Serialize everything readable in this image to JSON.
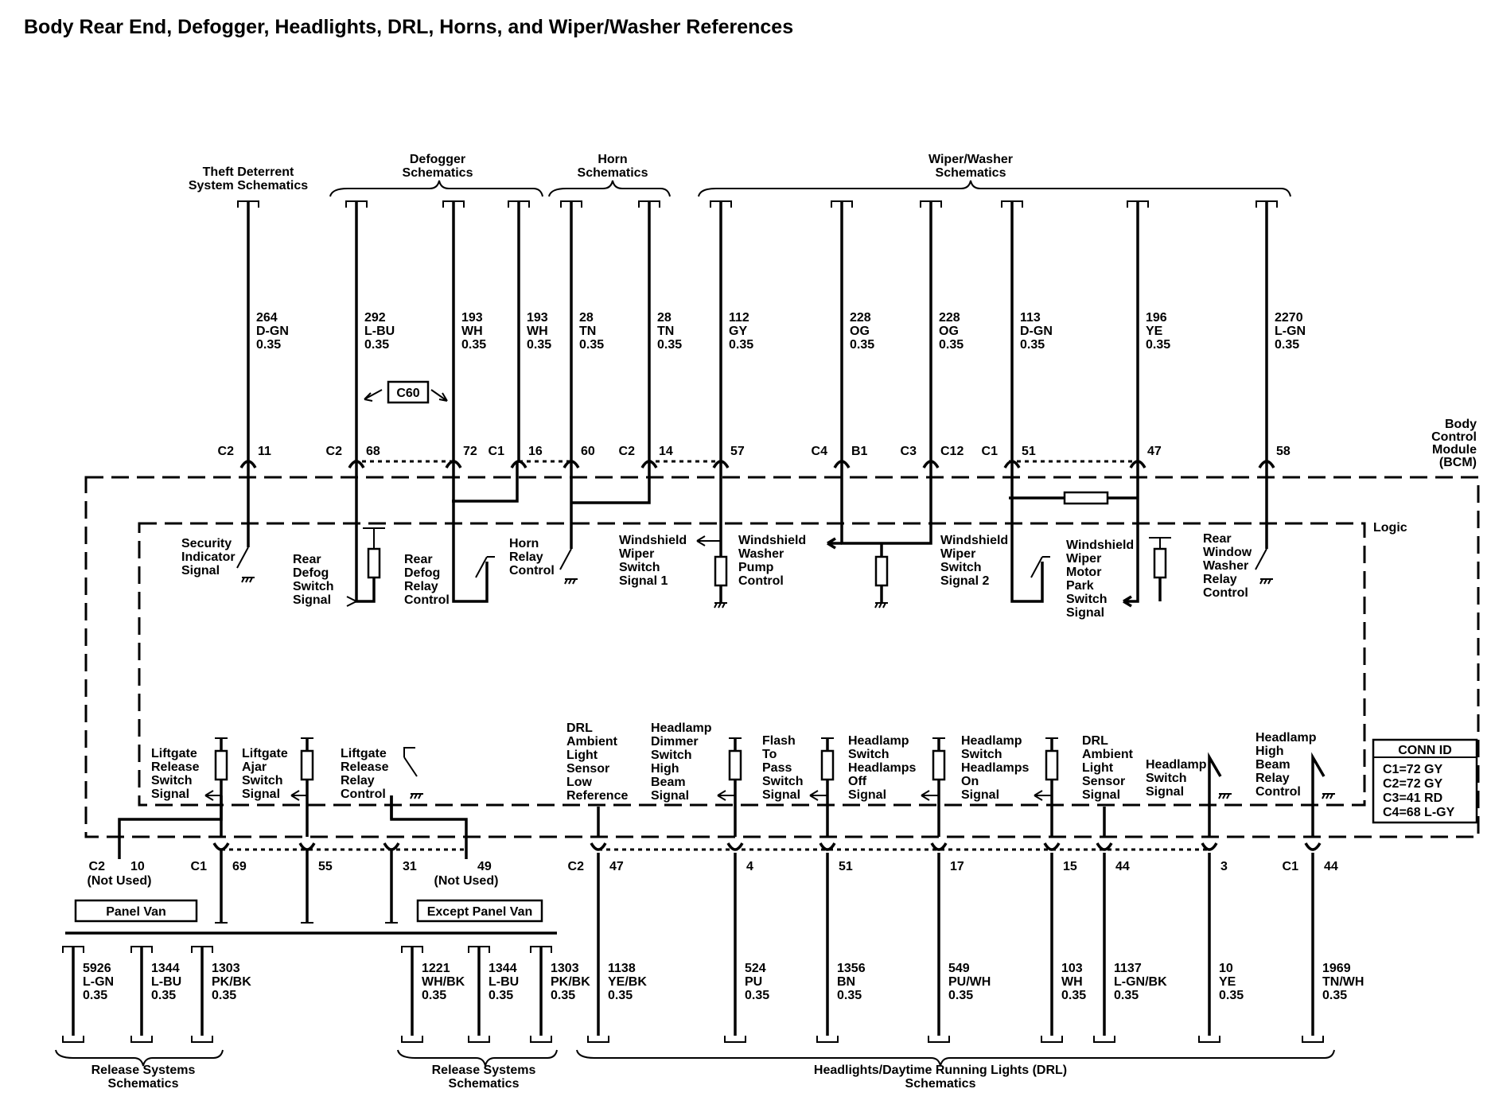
{
  "title": "Body Rear End, Defogger, Headlights, DRL, Horns, and Wiper/Washer References",
  "groups": [
    {
      "id": "theft",
      "lines": [
        "Theft Deterrent",
        "System Schematics"
      ]
    },
    {
      "id": "defogger",
      "lines": [
        "Defogger",
        "Schematics"
      ]
    },
    {
      "id": "horn",
      "lines": [
        "Horn",
        "Schematics"
      ]
    },
    {
      "id": "wiper",
      "lines": [
        "Wiper/Washer",
        "Schematics"
      ]
    },
    {
      "id": "release1",
      "lines": [
        "Release Systems",
        "Schematics"
      ]
    },
    {
      "id": "release2",
      "lines": [
        "Release Systems",
        "Schematics"
      ]
    },
    {
      "id": "headlights",
      "lines": [
        "Headlights/Daytime Running Lights (DRL)",
        "Schematics"
      ]
    }
  ],
  "module": {
    "lines": [
      "Body",
      "Control",
      "Module",
      "(BCM)"
    ],
    "logic_label": "Logic"
  },
  "badge": "C60",
  "options": {
    "panel_van": "Panel Van",
    "except_panel_van": "Except Panel Van"
  },
  "conn_id": {
    "title": "CONN ID",
    "rows": [
      "C1=72 GY",
      "C2=72 GY",
      "C3=41 RD",
      "C4=68 L-GY"
    ]
  },
  "top_wires": [
    {
      "id": "t1",
      "circuit": "264",
      "color": "D-GN",
      "size": "0.35",
      "connector": "C2",
      "pin": "11",
      "label": [
        "Security",
        "Indicator",
        "Signal"
      ]
    },
    {
      "id": "t2",
      "circuit": "292",
      "color": "L-BU",
      "size": "0.35",
      "connector": "C2",
      "pin": "68",
      "label": [
        "Rear",
        "Defog",
        "Switch",
        "Signal"
      ]
    },
    {
      "id": "t3",
      "circuit": "193",
      "color": "WH",
      "size": "0.35",
      "connector": "",
      "pin": "72",
      "label": [
        "Rear",
        "Defog",
        "Relay",
        "Control"
      ]
    },
    {
      "id": "t4",
      "circuit": "193",
      "color": "WH",
      "size": "0.35",
      "connector": "C1",
      "pin": "16",
      "label": []
    },
    {
      "id": "t5",
      "circuit": "28",
      "color": "TN",
      "size": "0.35",
      "connector": "",
      "pin": "60",
      "label": [
        "Horn",
        "Relay",
        "Control"
      ]
    },
    {
      "id": "t6",
      "circuit": "28",
      "color": "TN",
      "size": "0.35",
      "connector": "C2",
      "pin": "14",
      "label": []
    },
    {
      "id": "t7",
      "circuit": "112",
      "color": "GY",
      "size": "0.35",
      "connector": "",
      "pin": "57",
      "label": [
        "Windshield",
        "Wiper",
        "Switch",
        "Signal 1"
      ]
    },
    {
      "id": "t8",
      "circuit": "228",
      "color": "OG",
      "size": "0.35",
      "connector": "C4",
      "pin": "B1",
      "label": [
        "Windshield",
        "Washer",
        "Pump",
        "Control"
      ]
    },
    {
      "id": "t9",
      "circuit": "228",
      "color": "OG",
      "size": "0.35",
      "connector": "C3",
      "pin": "C12",
      "label": [
        "Windshield",
        "Wiper",
        "Switch",
        "Signal 2"
      ]
    },
    {
      "id": "t10",
      "circuit": "113",
      "color": "D-GN",
      "size": "0.35",
      "connector": "C1",
      "pin": "51",
      "label": []
    },
    {
      "id": "t11",
      "circuit": "196",
      "color": "YE",
      "size": "0.35",
      "connector": "",
      "pin": "47",
      "label": [
        "Windshield",
        "Wiper",
        "Motor",
        "Park",
        "Switch",
        "Signal"
      ]
    },
    {
      "id": "t12",
      "circuit": "2270",
      "color": "L-GN",
      "size": "0.35",
      "connector": "",
      "pin": "58",
      "label": [
        "Rear",
        "Window",
        "Washer",
        "Relay",
        "Control"
      ]
    }
  ],
  "bottom_logic_labels": [
    {
      "id": "l1",
      "lines": [
        "Liftgate",
        "Release",
        "Switch",
        "Signal"
      ]
    },
    {
      "id": "l2",
      "lines": [
        "Liftgate",
        "Ajar",
        "Switch",
        "Signal"
      ]
    },
    {
      "id": "l3",
      "lines": [
        "Liftgate",
        "Release",
        "Relay",
        "Control"
      ]
    },
    {
      "id": "l4",
      "lines": [
        "DRL",
        "Ambient",
        "Light",
        "Sensor",
        "Low",
        "Reference"
      ]
    },
    {
      "id": "l5",
      "lines": [
        "Headlamp",
        "Dimmer",
        "Switch",
        "High",
        "Beam",
        "Signal"
      ]
    },
    {
      "id": "l6",
      "lines": [
        "Flash",
        "To",
        "Pass",
        "Switch",
        "Signal"
      ]
    },
    {
      "id": "l7",
      "lines": [
        "Headlamp",
        "Switch",
        "Headlamps",
        "Off",
        "Signal"
      ]
    },
    {
      "id": "l8",
      "lines": [
        "Headlamp",
        "Switch",
        "Headlamps",
        "On",
        "Signal"
      ]
    },
    {
      "id": "l9",
      "lines": [
        "DRL",
        "Ambient",
        "Light",
        "Sensor",
        "Signal"
      ]
    },
    {
      "id": "l10",
      "lines": [
        "Headlamp",
        "Switch",
        "Signal"
      ]
    },
    {
      "id": "l11",
      "lines": [
        "Headlamp",
        "High",
        "Beam",
        "Relay",
        "Control"
      ]
    }
  ],
  "bottom_pins": [
    {
      "id": "p1",
      "connector": "C2",
      "pin": "10",
      "note": "(Not Used)"
    },
    {
      "id": "p2",
      "connector": "C1",
      "pin": "69",
      "note": ""
    },
    {
      "id": "p3",
      "connector": "",
      "pin": "55",
      "note": ""
    },
    {
      "id": "p4",
      "connector": "",
      "pin": "31",
      "note": ""
    },
    {
      "id": "p5",
      "connector": "",
      "pin": "49",
      "note": "(Not Used)"
    },
    {
      "id": "p6",
      "connector": "C2",
      "pin": "47",
      "note": ""
    },
    {
      "id": "p7",
      "connector": "",
      "pin": "4",
      "note": ""
    },
    {
      "id": "p8",
      "connector": "",
      "pin": "51",
      "note": ""
    },
    {
      "id": "p9",
      "connector": "",
      "pin": "17",
      "note": ""
    },
    {
      "id": "p10",
      "connector": "",
      "pin": "15",
      "note": ""
    },
    {
      "id": "p11",
      "connector": "",
      "pin": "44",
      "note": ""
    },
    {
      "id": "p12",
      "connector": "",
      "pin": "3",
      "note": ""
    },
    {
      "id": "p13",
      "connector": "C1",
      "pin": "44",
      "note": ""
    }
  ],
  "bottom_wires": [
    {
      "id": "b1",
      "circuit": "5926",
      "color": "L-GN",
      "size": "0.35"
    },
    {
      "id": "b2",
      "circuit": "1344",
      "color": "L-BU",
      "size": "0.35"
    },
    {
      "id": "b3",
      "circuit": "1303",
      "color": "PK/BK",
      "size": "0.35"
    },
    {
      "id": "b4",
      "circuit": "1221",
      "color": "WH/BK",
      "size": "0.35"
    },
    {
      "id": "b5",
      "circuit": "1344",
      "color": "L-BU",
      "size": "0.35"
    },
    {
      "id": "b6",
      "circuit": "1303",
      "color": "PK/BK",
      "size": "0.35"
    },
    {
      "id": "b7",
      "circuit": "1138",
      "color": "YE/BK",
      "size": "0.35"
    },
    {
      "id": "b8",
      "circuit": "524",
      "color": "PU",
      "size": "0.35"
    },
    {
      "id": "b9",
      "circuit": "1356",
      "color": "BN",
      "size": "0.35"
    },
    {
      "id": "b10",
      "circuit": "549",
      "color": "PU/WH",
      "size": "0.35"
    },
    {
      "id": "b11",
      "circuit": "103",
      "color": "WH",
      "size": "0.35"
    },
    {
      "id": "b12",
      "circuit": "1137",
      "color": "L-GN/BK",
      "size": "0.35"
    },
    {
      "id": "b13",
      "circuit": "10",
      "color": "YE",
      "size": "0.35"
    },
    {
      "id": "b14",
      "circuit": "1969",
      "color": "TN/WH",
      "size": "0.35"
    }
  ]
}
